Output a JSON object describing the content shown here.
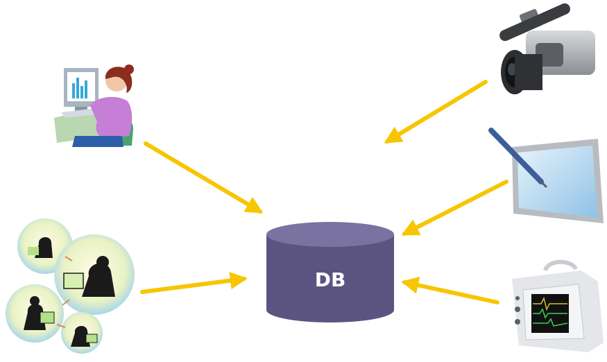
{
  "database": {
    "label": "DB",
    "body_color": "#5c5480",
    "top_color": "#7a72a0"
  },
  "arrow_color": "#f7c600",
  "sources": [
    {
      "name": "office-worker",
      "icon": "woman-at-computer-icon"
    },
    {
      "name": "network-users",
      "icon": "networked-users-icon"
    },
    {
      "name": "video-camera",
      "icon": "video-camera-icon"
    },
    {
      "name": "pen-tablet",
      "icon": "tablet-with-stylus-icon"
    },
    {
      "name": "medical-monitor",
      "icon": "patient-monitor-icon"
    }
  ]
}
